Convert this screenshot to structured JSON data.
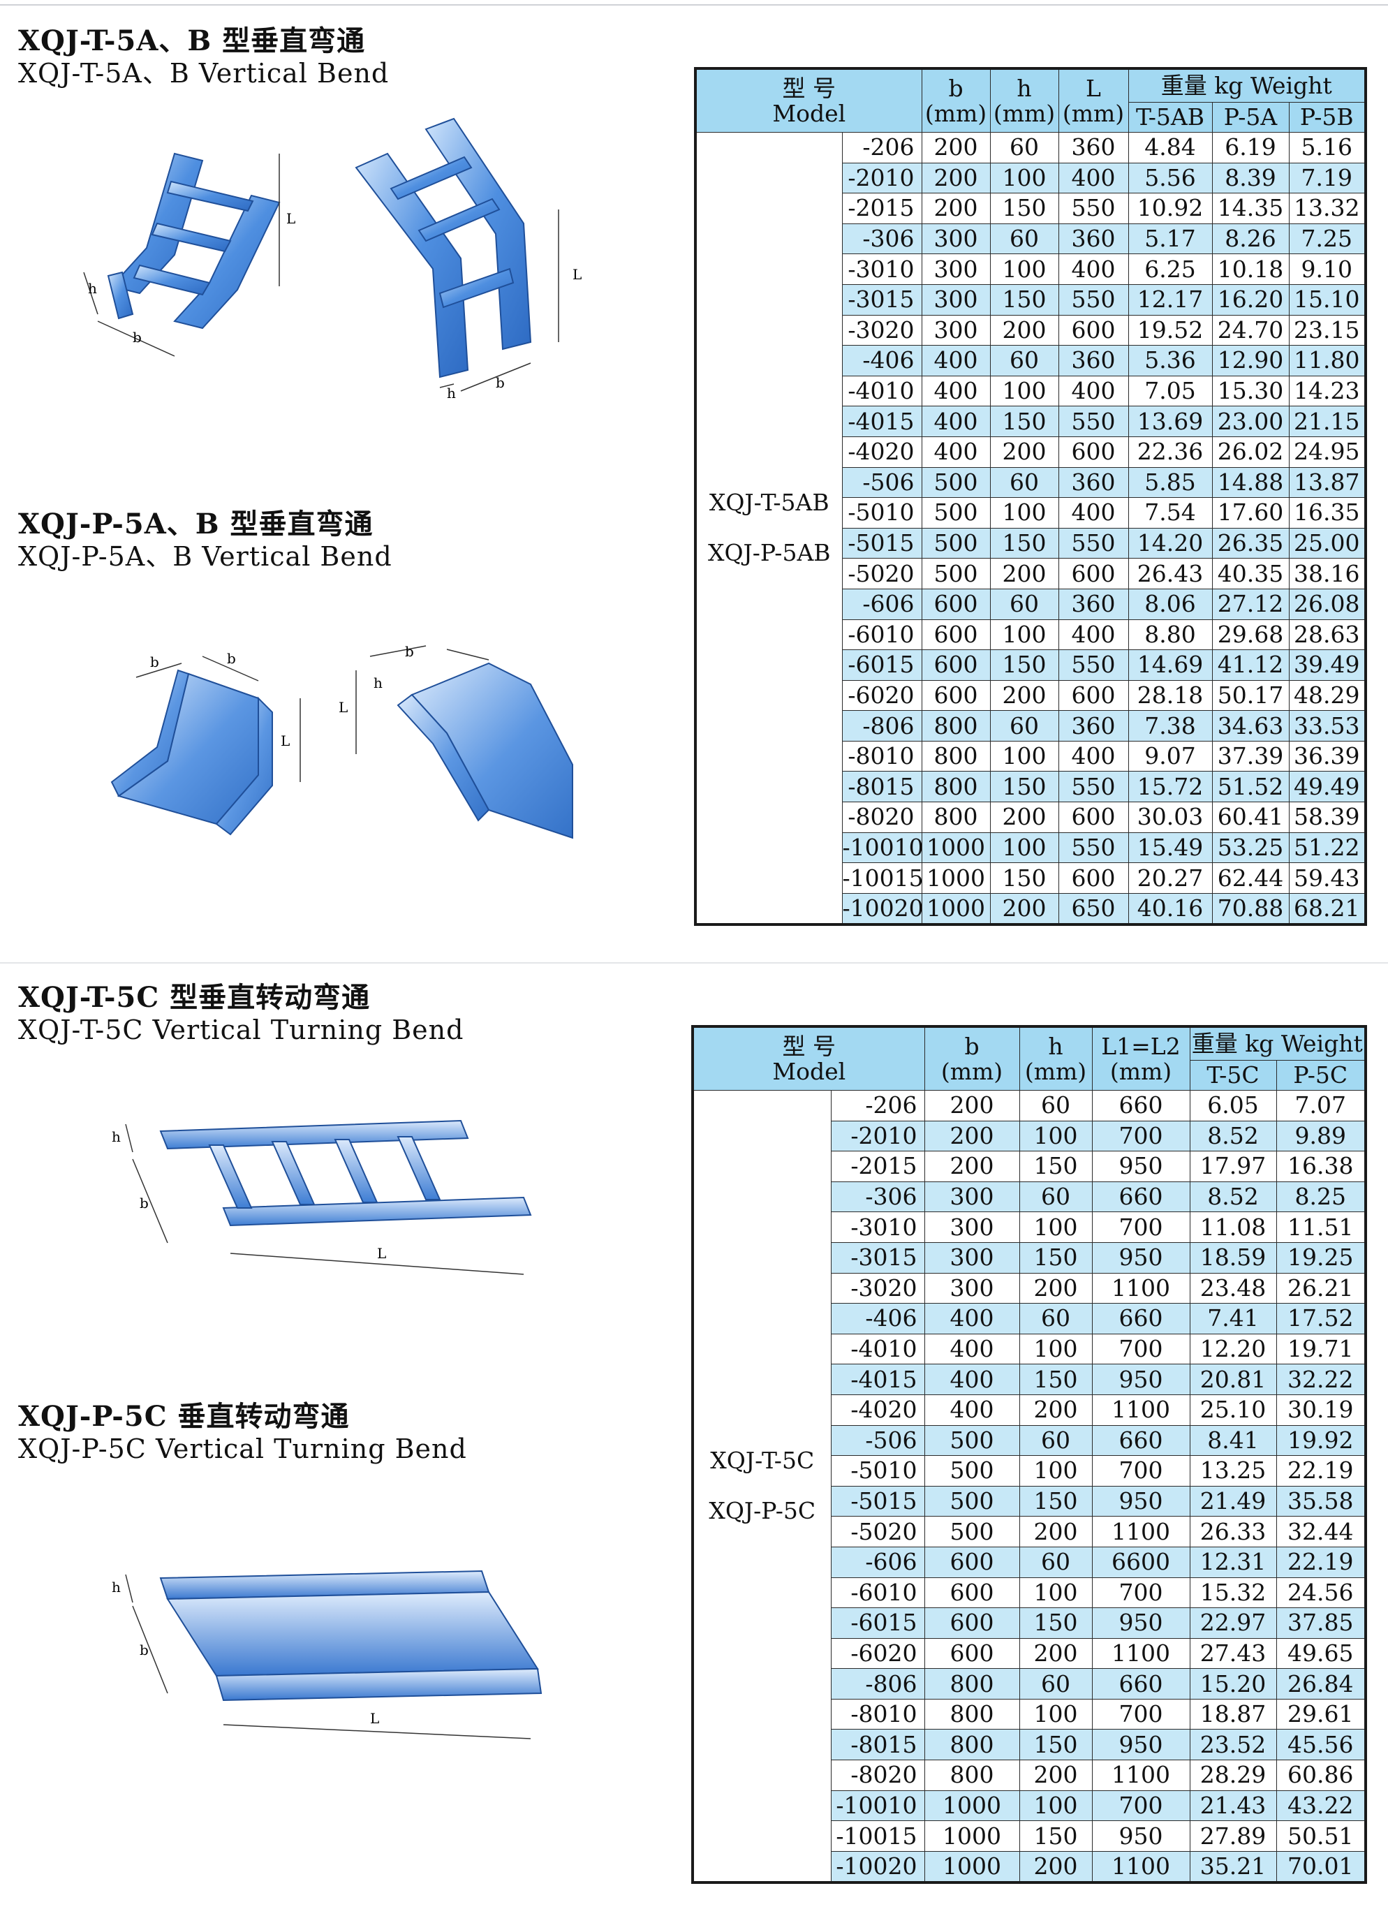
{
  "section1": {
    "bend_a": {
      "title_zh": "XQJ-T-5A、B 型垂直弯通",
      "title_en": "XQJ-T-5A、B Vertical Bend"
    },
    "bend_b": {
      "title_zh": "XQJ-P-5A、B 型垂直弯通",
      "title_en": "XQJ-P-5A、B Vertical Bend"
    },
    "figure_labels": {
      "b": "b",
      "h": "h",
      "L": "L"
    },
    "table": {
      "header": {
        "model_zh": "型 号",
        "model_en": "Model",
        "b": "b",
        "h": "h",
        "L": "L",
        "unit": "(mm)",
        "weight": "重量 kg Weight",
        "w1": "T-5AB",
        "w2": "P-5A",
        "w3": "P-5B"
      },
      "model_names": [
        "XQJ-T-5AB",
        "XQJ-P-5AB"
      ],
      "rows": [
        [
          "-206",
          "200",
          "60",
          "360",
          "4.84",
          "6.19",
          "5.16"
        ],
        [
          "-2010",
          "200",
          "100",
          "400",
          "5.56",
          "8.39",
          "7.19"
        ],
        [
          "-2015",
          "200",
          "150",
          "550",
          "10.92",
          "14.35",
          "13.32"
        ],
        [
          "-306",
          "300",
          "60",
          "360",
          "5.17",
          "8.26",
          "7.25"
        ],
        [
          "-3010",
          "300",
          "100",
          "400",
          "6.25",
          "10.18",
          "9.10"
        ],
        [
          "-3015",
          "300",
          "150",
          "550",
          "12.17",
          "16.20",
          "15.10"
        ],
        [
          "-3020",
          "300",
          "200",
          "600",
          "19.52",
          "24.70",
          "23.15"
        ],
        [
          "-406",
          "400",
          "60",
          "360",
          "5.36",
          "12.90",
          "11.80"
        ],
        [
          "-4010",
          "400",
          "100",
          "400",
          "7.05",
          "15.30",
          "14.23"
        ],
        [
          "-4015",
          "400",
          "150",
          "550",
          "13.69",
          "23.00",
          "21.15"
        ],
        [
          "-4020",
          "400",
          "200",
          "600",
          "22.36",
          "26.02",
          "24.95"
        ],
        [
          "-506",
          "500",
          "60",
          "360",
          "5.85",
          "14.88",
          "13.87"
        ],
        [
          "-5010",
          "500",
          "100",
          "400",
          "7.54",
          "17.60",
          "16.35"
        ],
        [
          "-5015",
          "500",
          "150",
          "550",
          "14.20",
          "26.35",
          "25.00"
        ],
        [
          "-5020",
          "500",
          "200",
          "600",
          "26.43",
          "40.35",
          "38.16"
        ],
        [
          "-606",
          "600",
          "60",
          "360",
          "8.06",
          "27.12",
          "26.08"
        ],
        [
          "-6010",
          "600",
          "100",
          "400",
          "8.80",
          "29.68",
          "28.63"
        ],
        [
          "-6015",
          "600",
          "150",
          "550",
          "14.69",
          "41.12",
          "39.49"
        ],
        [
          "-6020",
          "600",
          "200",
          "600",
          "28.18",
          "50.17",
          "48.29"
        ],
        [
          "-806",
          "800",
          "60",
          "360",
          "7.38",
          "34.63",
          "33.53"
        ],
        [
          "-8010",
          "800",
          "100",
          "400",
          "9.07",
          "37.39",
          "36.39"
        ],
        [
          "-8015",
          "800",
          "150",
          "550",
          "15.72",
          "51.52",
          "49.49"
        ],
        [
          "-8020",
          "800",
          "200",
          "600",
          "30.03",
          "60.41",
          "58.39"
        ],
        [
          "-10010",
          "1000",
          "100",
          "550",
          "15.49",
          "53.25",
          "51.22"
        ],
        [
          "-10015",
          "1000",
          "150",
          "600",
          "20.27",
          "62.44",
          "59.43"
        ],
        [
          "-10020",
          "1000",
          "200",
          "650",
          "40.16",
          "70.88",
          "68.21"
        ]
      ]
    }
  },
  "section2": {
    "bend_a": {
      "title_zh": "XQJ-T-5C 型垂直转动弯通",
      "title_en": "XQJ-T-5C Vertical Turning Bend"
    },
    "bend_b": {
      "title_zh": "XQJ-P-5C 垂直转动弯通",
      "title_en": "XQJ-P-5C Vertical Turning Bend"
    },
    "figure_labels": {
      "b": "b",
      "h": "h",
      "L": "L"
    },
    "table": {
      "header": {
        "model_zh": "型 号",
        "model_en": "Model",
        "b": "b",
        "h": "h",
        "L": "L1=L2",
        "unit": "(mm)",
        "weight": "重量 kg Weight",
        "w1": "T-5C",
        "w2": "P-5C"
      },
      "model_names": [
        "XQJ-T-5C",
        "XQJ-P-5C"
      ],
      "rows": [
        [
          "-206",
          "200",
          "60",
          "660",
          "6.05",
          "7.07"
        ],
        [
          "-2010",
          "200",
          "100",
          "700",
          "8.52",
          "9.89"
        ],
        [
          "-2015",
          "200",
          "150",
          "950",
          "17.97",
          "16.38"
        ],
        [
          "-306",
          "300",
          "60",
          "660",
          "8.52",
          "8.25"
        ],
        [
          "-3010",
          "300",
          "100",
          "700",
          "11.08",
          "11.51"
        ],
        [
          "-3015",
          "300",
          "150",
          "950",
          "18.59",
          "19.25"
        ],
        [
          "-3020",
          "300",
          "200",
          "1100",
          "23.48",
          "26.21"
        ],
        [
          "-406",
          "400",
          "60",
          "660",
          "7.41",
          "17.52"
        ],
        [
          "-4010",
          "400",
          "100",
          "700",
          "12.20",
          "19.71"
        ],
        [
          "-4015",
          "400",
          "150",
          "950",
          "20.81",
          "32.22"
        ],
        [
          "-4020",
          "400",
          "200",
          "1100",
          "25.10",
          "30.19"
        ],
        [
          "-506",
          "500",
          "60",
          "660",
          "8.41",
          "19.92"
        ],
        [
          "-5010",
          "500",
          "100",
          "700",
          "13.25",
          "22.19"
        ],
        [
          "-5015",
          "500",
          "150",
          "950",
          "21.49",
          "35.58"
        ],
        [
          "-5020",
          "500",
          "200",
          "1100",
          "26.33",
          "32.44"
        ],
        [
          "-606",
          "600",
          "60",
          "6600",
          "12.31",
          "22.19"
        ],
        [
          "-6010",
          "600",
          "100",
          "700",
          "15.32",
          "24.56"
        ],
        [
          "-6015",
          "600",
          "150",
          "950",
          "22.97",
          "37.85"
        ],
        [
          "-6020",
          "600",
          "200",
          "1100",
          "27.43",
          "49.65"
        ],
        [
          "-806",
          "800",
          "60",
          "660",
          "15.20",
          "26.84"
        ],
        [
          "-8010",
          "800",
          "100",
          "700",
          "18.87",
          "29.61"
        ],
        [
          "-8015",
          "800",
          "150",
          "950",
          "23.52",
          "45.56"
        ],
        [
          "-8020",
          "800",
          "200",
          "1100",
          "28.29",
          "60.86"
        ],
        [
          "-10010",
          "1000",
          "100",
          "700",
          "21.43",
          "43.22"
        ],
        [
          "-10015",
          "1000",
          "150",
          "950",
          "27.89",
          "50.51"
        ],
        [
          "-10020",
          "1000",
          "200",
          "1100",
          "35.21",
          "70.01"
        ]
      ]
    }
  }
}
